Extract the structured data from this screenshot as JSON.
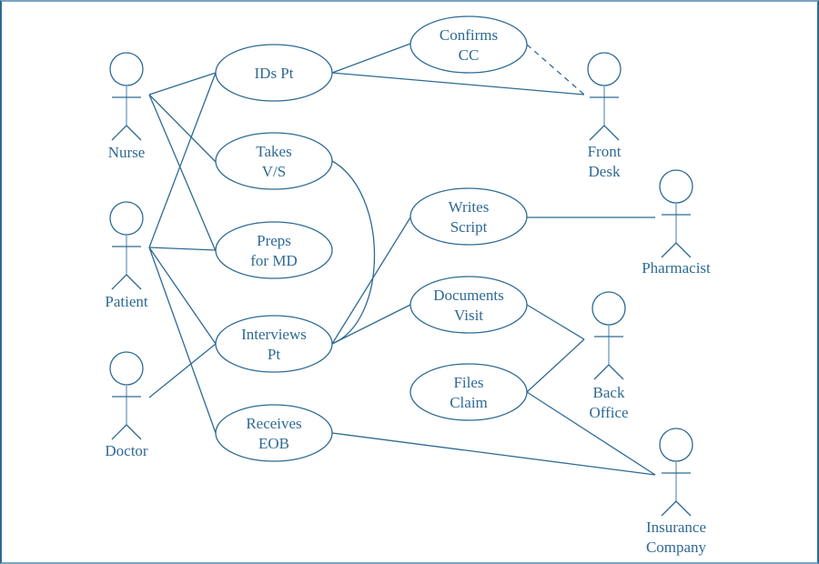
{
  "diagram": {
    "type": "use-case",
    "color": "#2e6a94",
    "actors": [
      {
        "id": "nurse",
        "label": [
          "Nurse"
        ]
      },
      {
        "id": "patient",
        "label": [
          "Patient"
        ]
      },
      {
        "id": "doctor",
        "label": [
          "Doctor"
        ]
      },
      {
        "id": "frontdesk",
        "label": [
          "Front",
          "Desk"
        ]
      },
      {
        "id": "pharmacist",
        "label": [
          "Pharmacist"
        ]
      },
      {
        "id": "backoffice",
        "label": [
          "Back",
          "Office"
        ]
      },
      {
        "id": "insurance",
        "label": [
          "Insurance",
          "Company"
        ]
      }
    ],
    "use_cases": [
      {
        "id": "idspt",
        "label": [
          "IDs Pt"
        ]
      },
      {
        "id": "takesvs",
        "label": [
          "Takes",
          "V/S"
        ]
      },
      {
        "id": "prepsmd",
        "label": [
          "Preps",
          "for MD"
        ]
      },
      {
        "id": "interviews",
        "label": [
          "Interviews",
          "Pt"
        ]
      },
      {
        "id": "receives",
        "label": [
          "Receives",
          "EOB"
        ]
      },
      {
        "id": "confirms",
        "label": [
          "Confirms",
          "CC"
        ]
      },
      {
        "id": "writes",
        "label": [
          "Writes",
          "Script"
        ]
      },
      {
        "id": "documents",
        "label": [
          "Documents",
          "Visit"
        ]
      },
      {
        "id": "files",
        "label": [
          "Files",
          "Claim"
        ]
      }
    ],
    "associations": [
      {
        "from": "nurse",
        "to": "idspt",
        "style": "solid"
      },
      {
        "from": "nurse",
        "to": "takesvs",
        "style": "solid"
      },
      {
        "from": "nurse",
        "to": "prepsmd",
        "style": "solid"
      },
      {
        "from": "patient",
        "to": "idspt",
        "style": "solid"
      },
      {
        "from": "patient",
        "to": "prepsmd",
        "style": "solid"
      },
      {
        "from": "patient",
        "to": "interviews",
        "style": "solid"
      },
      {
        "from": "patient",
        "to": "receives",
        "style": "solid"
      },
      {
        "from": "doctor",
        "to": "interviews",
        "style": "solid"
      },
      {
        "from": "idspt",
        "to": "confirms",
        "style": "solid"
      },
      {
        "from": "idspt",
        "to": "frontdesk",
        "style": "solid"
      },
      {
        "from": "confirms",
        "to": "frontdesk",
        "style": "dashed"
      },
      {
        "from": "takesvs",
        "to": "interviews",
        "style": "curve"
      },
      {
        "from": "interviews",
        "to": "writes",
        "style": "solid"
      },
      {
        "from": "interviews",
        "to": "documents",
        "style": "solid"
      },
      {
        "from": "writes",
        "to": "pharmacist",
        "style": "solid"
      },
      {
        "from": "documents",
        "to": "backoffice",
        "style": "solid"
      },
      {
        "from": "files",
        "to": "backoffice",
        "style": "solid"
      },
      {
        "from": "files",
        "to": "insurance",
        "style": "solid"
      },
      {
        "from": "receives",
        "to": "insurance",
        "style": "solid"
      }
    ]
  }
}
